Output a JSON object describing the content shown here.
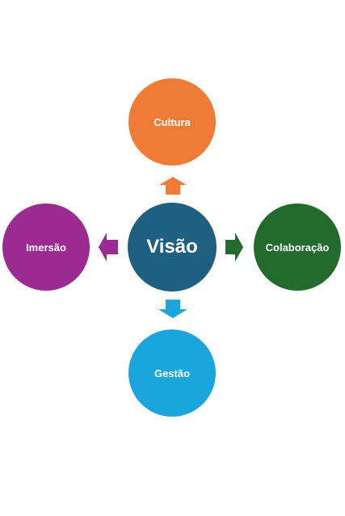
{
  "diagram": {
    "center": {
      "label": "Visão",
      "color": "#1f5f7f"
    },
    "nodes": {
      "top": {
        "label": "Cultura",
        "color": "#f07b36"
      },
      "right": {
        "label": "Colaboração",
        "color": "#236b2c"
      },
      "bottom": {
        "label": "Gestão",
        "color": "#1ba5dd"
      },
      "left": {
        "label": "Imersão",
        "color": "#9b2a91"
      }
    },
    "arrows": {
      "up": {
        "color": "#f07b36"
      },
      "right": {
        "color": "#236b2c"
      },
      "down": {
        "color": "#1ba5dd"
      },
      "left": {
        "color": "#9b2a91"
      }
    }
  }
}
